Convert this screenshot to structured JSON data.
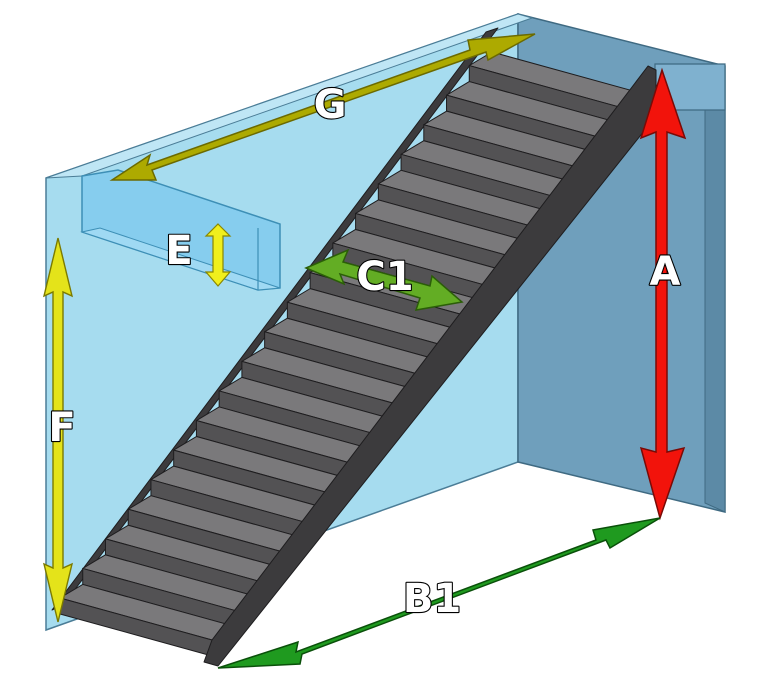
{
  "figure": {
    "labels": {
      "a": "A",
      "b1": "B1",
      "c1": "C1",
      "e": "E",
      "f": "F",
      "g": "G"
    },
    "colors": {
      "wall_left": "#a6dcef",
      "wall_right": "#6f9fbc",
      "wall_top": "#bfe6f5",
      "header_beam": "#86cdee",
      "tread": "#7a797b",
      "riser": "#535254",
      "stringer": "#3c3b3d",
      "arrow_a": "#f2130b",
      "arrow_b1": "#1f9a1f",
      "arrow_c1": "#63ad24",
      "arrow_e": "#f0ef1d",
      "arrow_f": "#e4e31a",
      "arrow_g": "#adaa00"
    },
    "step_count": 19
  }
}
